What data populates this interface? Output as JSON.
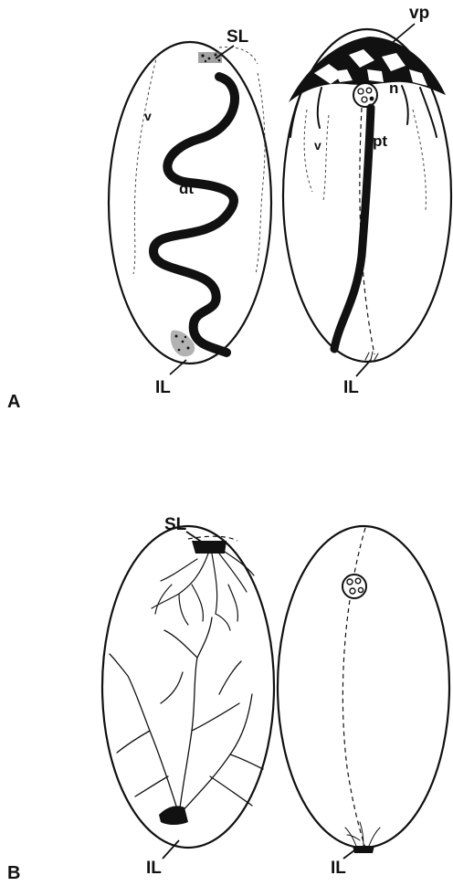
{
  "figure": {
    "panels": [
      {
        "id": "A",
        "label": "A",
        "eggs": [
          {
            "id": "A-left",
            "labels": {
              "superior_ligament": "SL",
              "vessel": "v",
              "duct": "dt",
              "inferior_ligament": "IL"
            }
          },
          {
            "id": "A-right",
            "labels": {
              "vascular_plexus": "vp",
              "node": "n",
              "vessel": "v",
              "tube": "pt",
              "inferior_ligament": "IL"
            }
          }
        ]
      },
      {
        "id": "B",
        "label": "B",
        "eggs": [
          {
            "id": "B-left",
            "labels": {
              "superior_ligament": "SL",
              "inferior_ligament": "IL"
            }
          },
          {
            "id": "B-right",
            "labels": {
              "inferior_ligament": "IL"
            }
          }
        ]
      }
    ],
    "colors": {
      "ink": "#111111",
      "background": "#ffffff"
    }
  }
}
